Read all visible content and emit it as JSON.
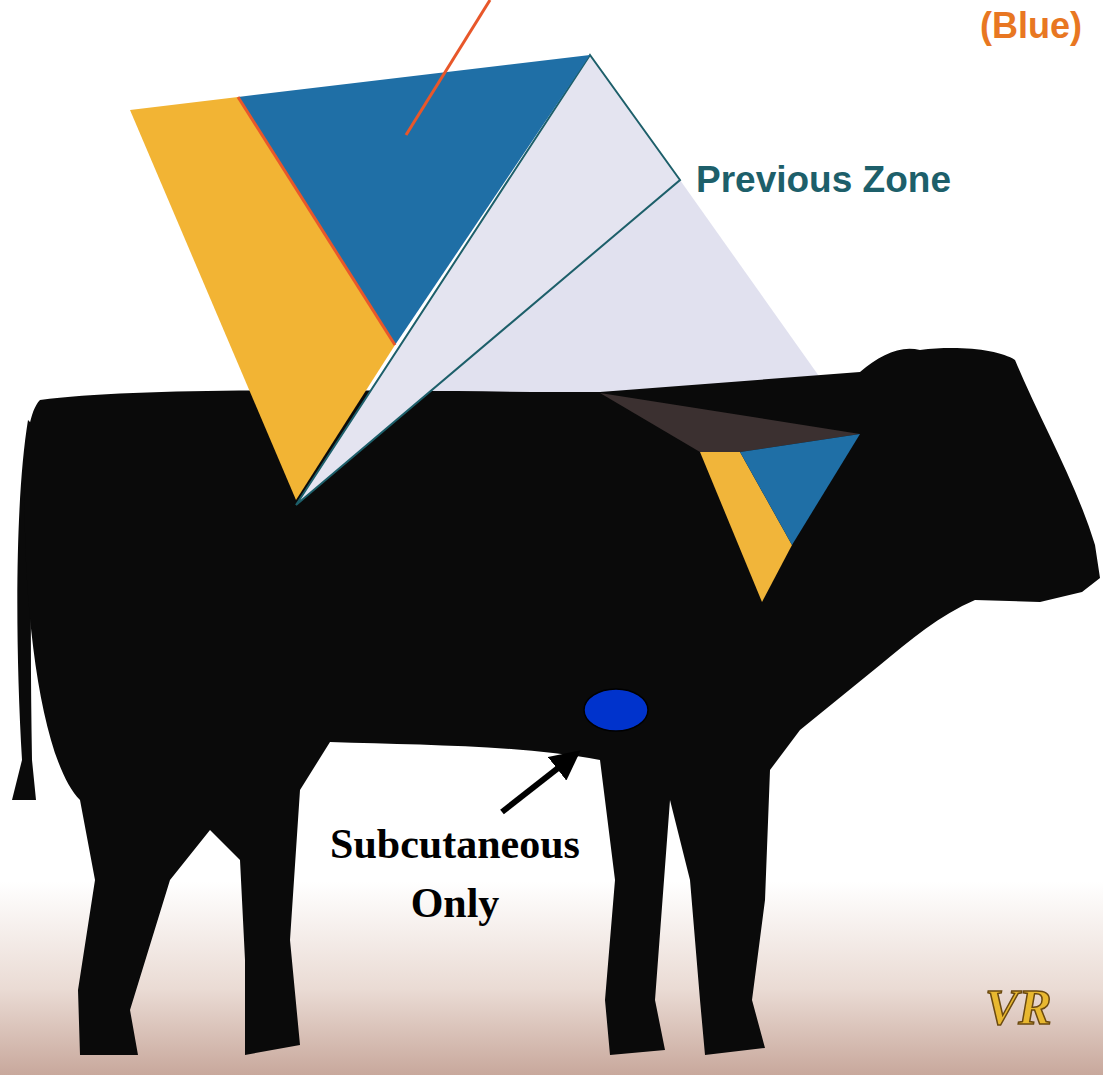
{
  "diagram": {
    "labels": [
      "(Blue)",
      "Previous Zone",
      "Subcutaneous Only",
      "VR"
    ]
  }
}
